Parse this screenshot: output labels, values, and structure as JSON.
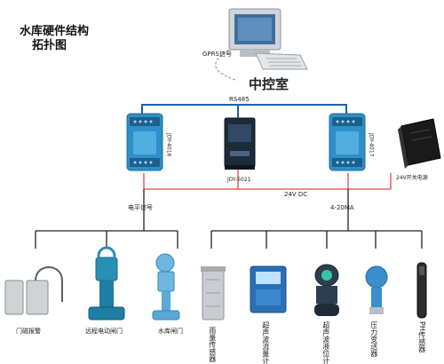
{
  "title": {
    "line1": "水库硬件结构",
    "line2": "拓扑图"
  },
  "center": {
    "label": "中控室",
    "gprs_label": "GPRS信号"
  },
  "bus": {
    "rs485": "RS485",
    "dc24": "24V DC",
    "current": "4-20MA",
    "signal": "电平信号"
  },
  "modules": {
    "left_id": "JDY-4016",
    "middle_id": "JDY-5021",
    "right_id": "JDY-4017",
    "power_label": "24V开关电源"
  },
  "devices": [
    {
      "label": "门磁报警"
    },
    {
      "label": "远程电动闸门"
    },
    {
      "label": "水库闸门"
    },
    {
      "label": "雨量传感器"
    },
    {
      "label": "超声波流量计"
    },
    {
      "label": "超声波液位计"
    },
    {
      "label": "压力变送器"
    },
    {
      "label": "PH传感器"
    }
  ],
  "colors": {
    "rs485_line": "#1d5fa8",
    "dc_line": "#e04848",
    "device_line": "#222222",
    "module_blue": "#2e8fc9"
  }
}
